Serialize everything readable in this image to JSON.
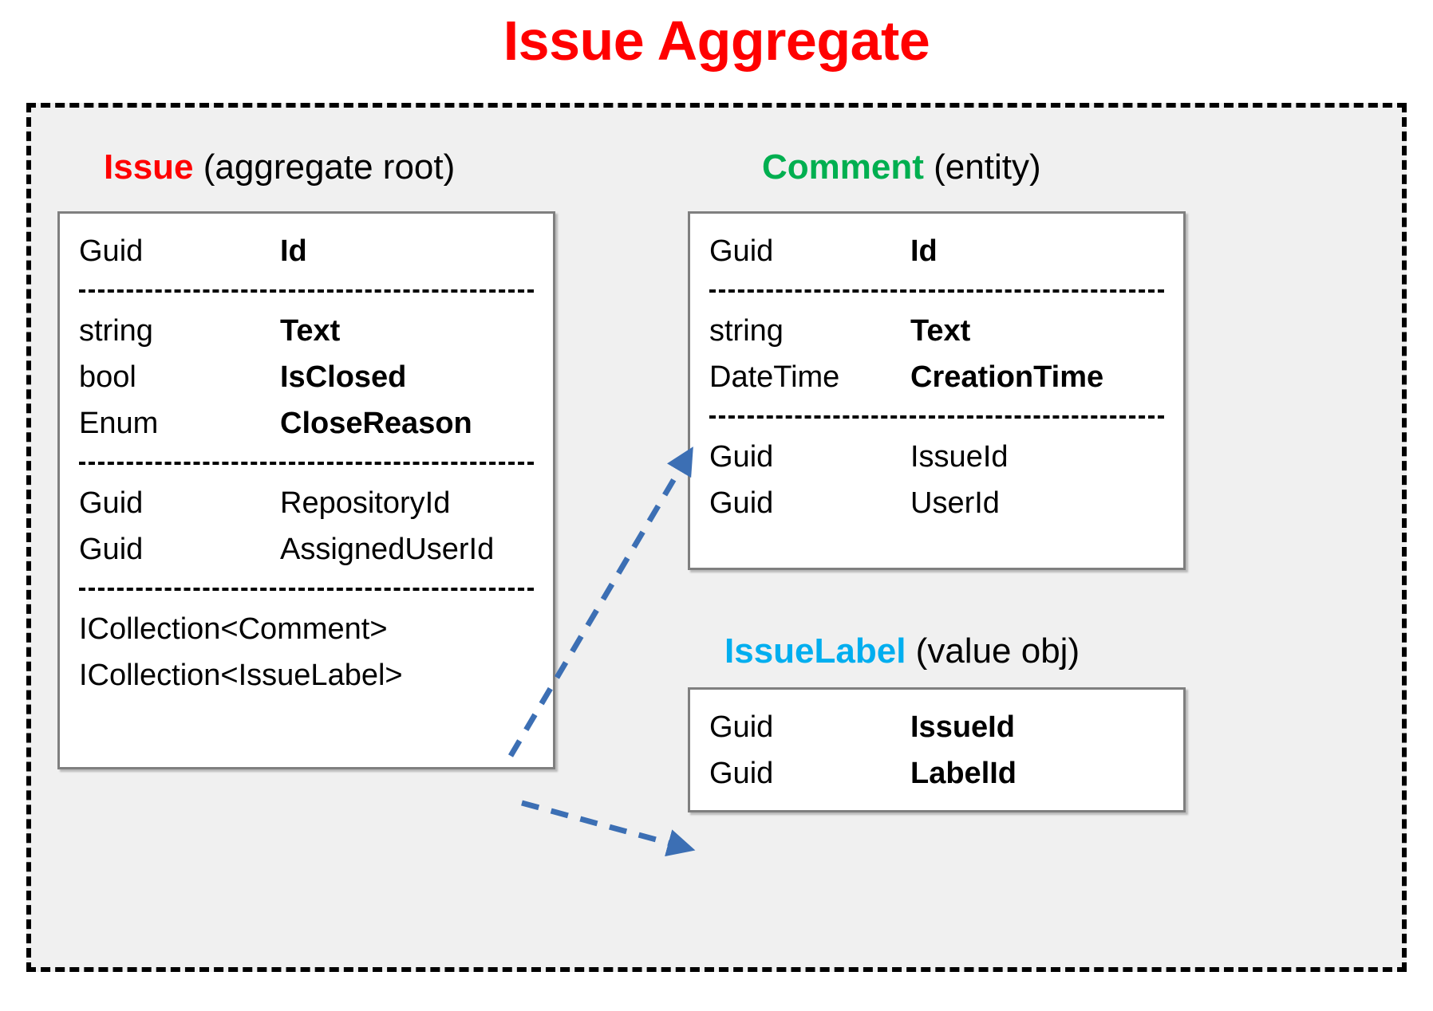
{
  "title": "Issue Aggregate",
  "colors": {
    "title": "#FF0000",
    "issue": "#FF0000",
    "comment": "#00AF50",
    "issuelabel": "#00AEEF",
    "boundary": "#000000",
    "boundary_fill": "#F0F0F0",
    "box_border": "#7F7F7F",
    "arrow": "#3C6FB4"
  },
  "entities": {
    "issue": {
      "name": "Issue",
      "kind": "(aggregate root)",
      "sections": [
        [
          {
            "type": "Guid",
            "member": "Id",
            "bold": true
          }
        ],
        [
          {
            "type": "string",
            "member": "Text",
            "bold": true
          },
          {
            "type": "bool",
            "member": "IsClosed",
            "bold": true
          },
          {
            "type": "Enum",
            "member": "CloseReason",
            "bold": true
          }
        ],
        [
          {
            "type": "Guid",
            "member": "RepositoryId",
            "bold": false
          },
          {
            "type": "Guid",
            "member": "AssignedUserId",
            "bold": false
          }
        ],
        [
          {
            "full": "ICollection<Comment>"
          },
          {
            "full": "ICollection<IssueLabel>"
          }
        ]
      ]
    },
    "comment": {
      "name": "Comment",
      "kind": "(entity)",
      "sections": [
        [
          {
            "type": "Guid",
            "member": "Id",
            "bold": true
          }
        ],
        [
          {
            "type": "string",
            "member": "Text",
            "bold": true
          },
          {
            "type": "DateTime",
            "member": "CreationTime",
            "bold": true
          }
        ],
        [
          {
            "type": "Guid",
            "member": "IssueId",
            "bold": false
          },
          {
            "type": "Guid",
            "member": "UserId",
            "bold": false
          }
        ]
      ]
    },
    "issuelabel": {
      "name": "IssueLabel",
      "kind": "(value obj)",
      "sections": [
        [
          {
            "type": "Guid",
            "member": "IssueId",
            "bold": true
          },
          {
            "type": "Guid",
            "member": "LabelId",
            "bold": true
          }
        ]
      ]
    }
  },
  "connectors": [
    {
      "from": "ICollection<Comment>",
      "to": "Comment"
    },
    {
      "from": "ICollection<IssueLabel>",
      "to": "IssueLabel"
    }
  ]
}
